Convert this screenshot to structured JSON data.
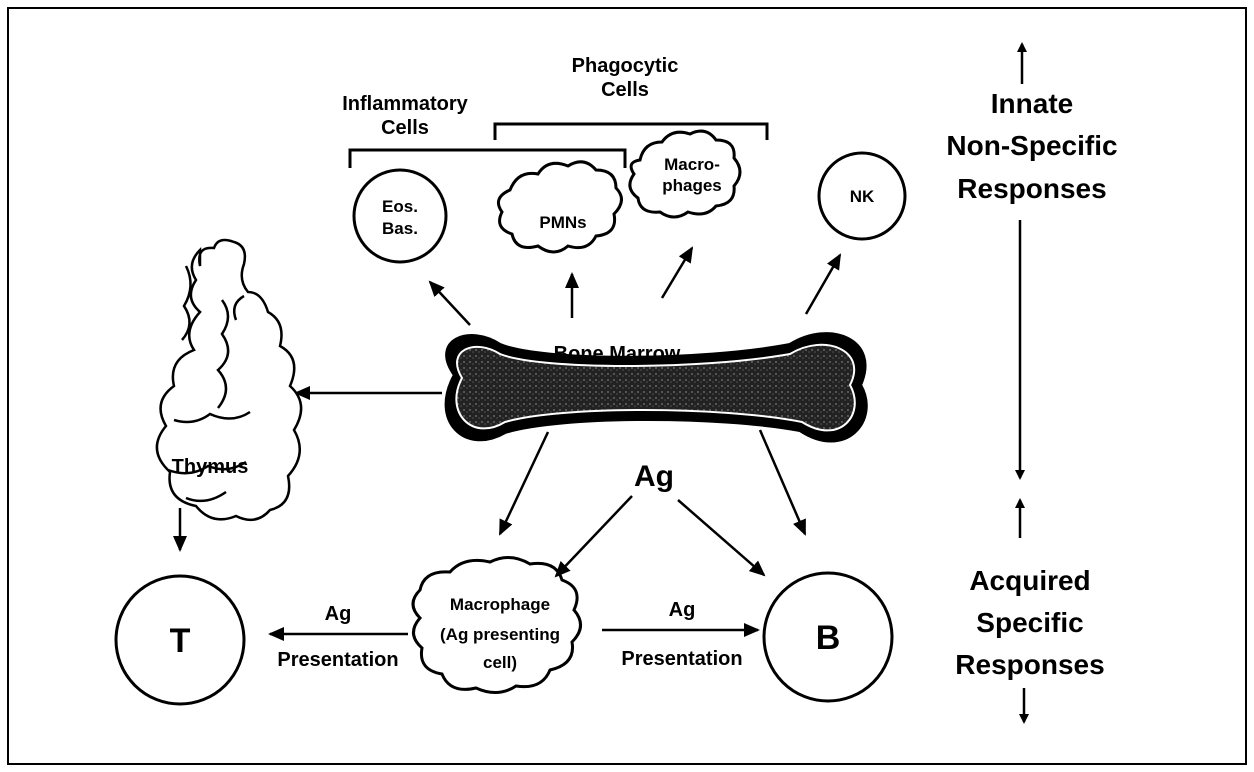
{
  "labels": {
    "phagocytic_line1": "Phagocytic",
    "phagocytic_line2": "Cells",
    "inflammatory_line1": "Inflammatory",
    "inflammatory_line2": "Cells",
    "eos": "Eos.",
    "bas": "Bas.",
    "pmns": "PMNs",
    "macrophages_line1": "Macro-",
    "macrophages_line2": "phages",
    "nk": "NK",
    "innate_line1": "Innate",
    "innate_line2": "Non-Specific",
    "innate_line3": "Responses",
    "bone_marrow": "Bone Marrow",
    "thymus": "Thymus",
    "ag_center": "Ag",
    "t_cell": "T",
    "b_cell": "B",
    "macrophage_line1": "Macrophage",
    "macrophage_line2": "(Ag presenting",
    "macrophage_line3": "cell)",
    "ag_left": "Ag",
    "presentation_left": "Presentation",
    "ag_right": "Ag",
    "presentation_right": "Presentation",
    "acquired_line1": "Acquired",
    "acquired_line2": "Specific",
    "acquired_line3": "Responses"
  }
}
